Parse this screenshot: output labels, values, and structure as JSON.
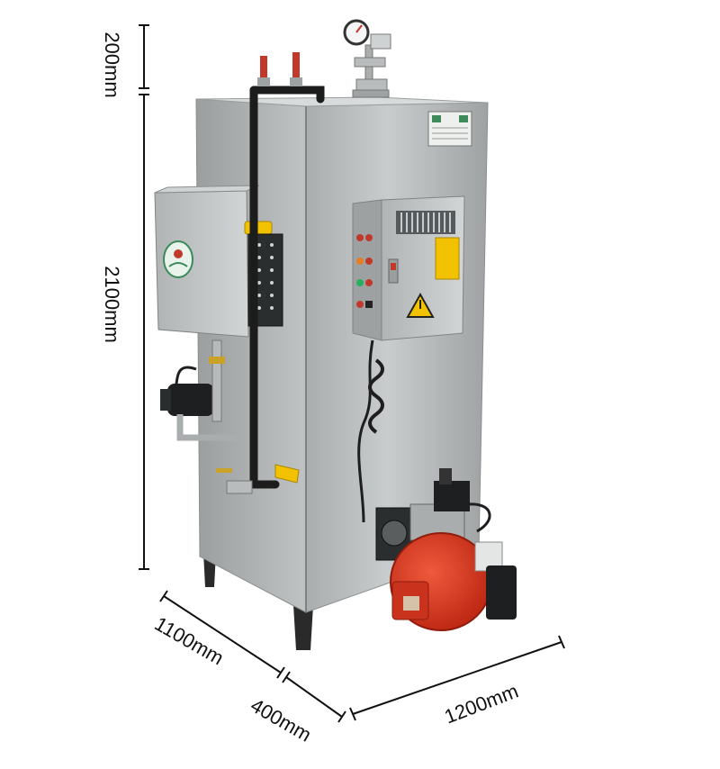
{
  "dimensions": {
    "top_height": "200mm",
    "body_height": "2100mm",
    "depth_front": "1100mm",
    "depth_rear": "400mm",
    "width": "1200mm"
  },
  "colors": {
    "steel": "#b9bcbd",
    "steel_dark": "#8e9293",
    "burner": "#d8321c",
    "warning": "#f2c200",
    "dimension_line": "#111111"
  }
}
